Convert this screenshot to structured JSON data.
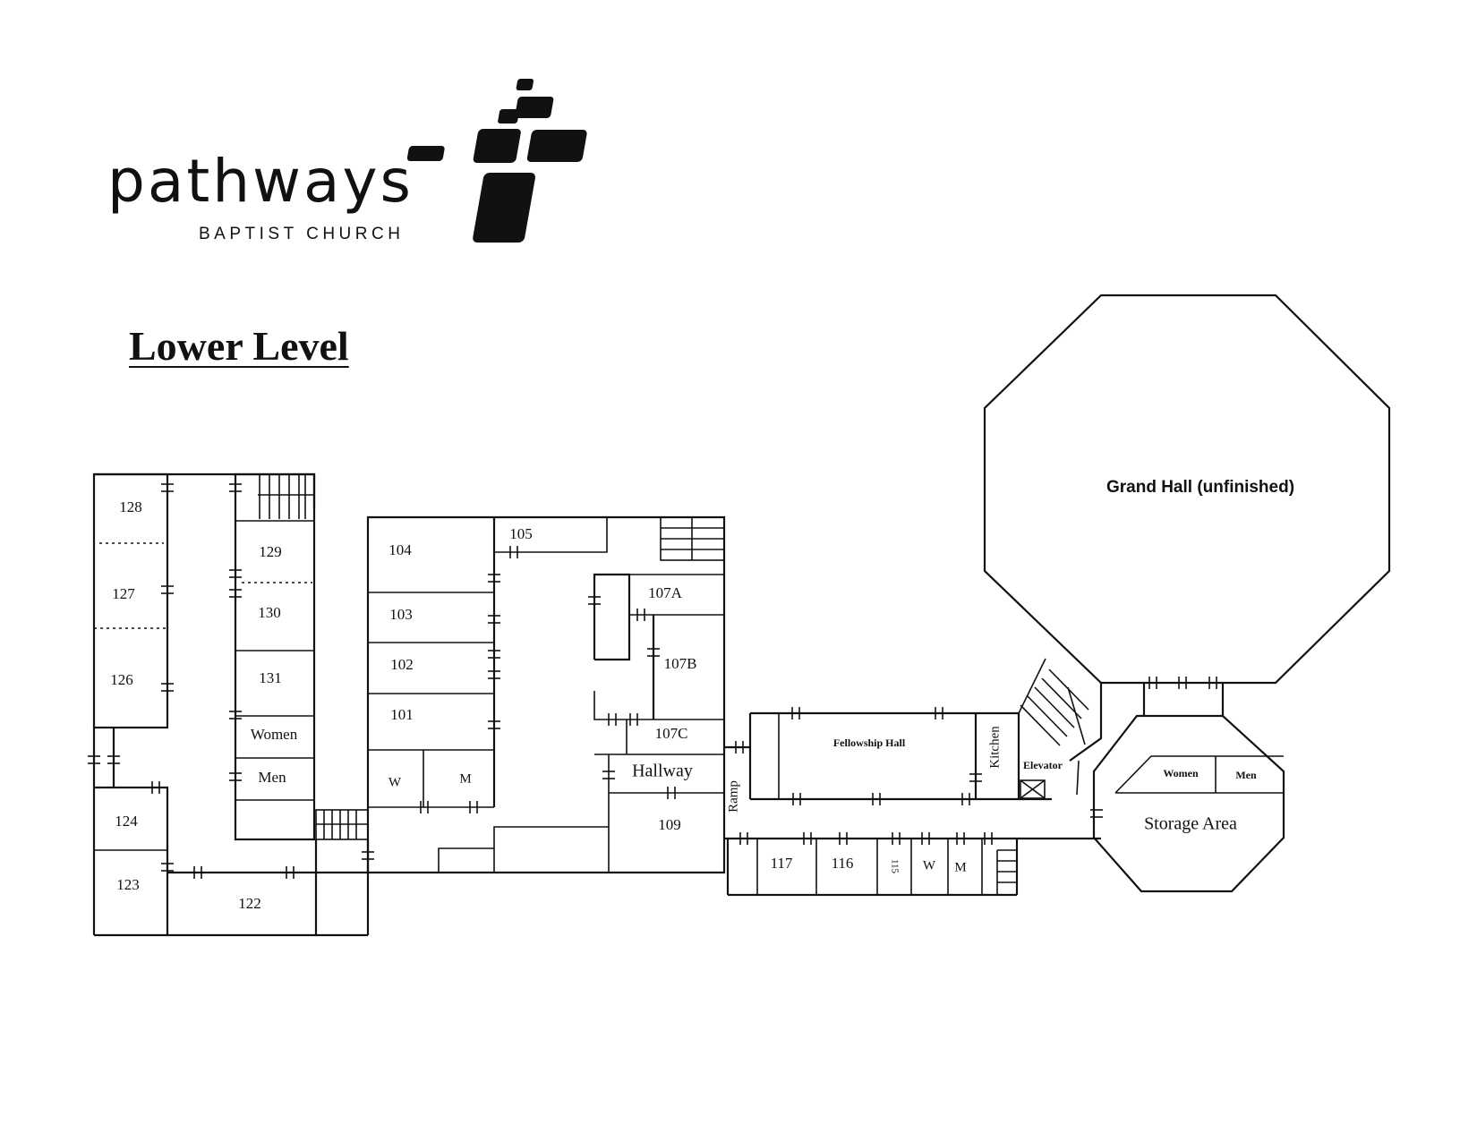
{
  "header": {
    "brand_name": "pathways",
    "brand_subtitle": "BAPTIST CHURCH",
    "logo_icon": "cross-of-tiles-icon",
    "level_title": "Lower Level"
  },
  "rooms": {
    "r128": "128",
    "r127": "127",
    "r126": "126",
    "r129": "129",
    "r130": "130",
    "r131": "131",
    "women_west": "Women",
    "men_west": "Men",
    "r124": "124",
    "r123": "123",
    "r122": "122",
    "r104": "104",
    "r103": "103",
    "r102": "102",
    "r101": "101",
    "w_mid": "W",
    "m_mid": "M",
    "r105": "105",
    "r107a": "107A",
    "r107b": "107B",
    "r107c": "107C",
    "hallway": "Hallway",
    "r109": "109",
    "ramp": "Ramp",
    "fellowship_hall": "Fellowship Hall",
    "kitchen": "Kitchen",
    "elevator": "Elevator",
    "r117": "117",
    "r116": "116",
    "r115": "115",
    "w_east": "W",
    "m_east": "M",
    "women_east": "Women",
    "men_east": "Men",
    "storage_area": "Storage Area",
    "grand_hall": "Grand Hall (unfinished)"
  }
}
